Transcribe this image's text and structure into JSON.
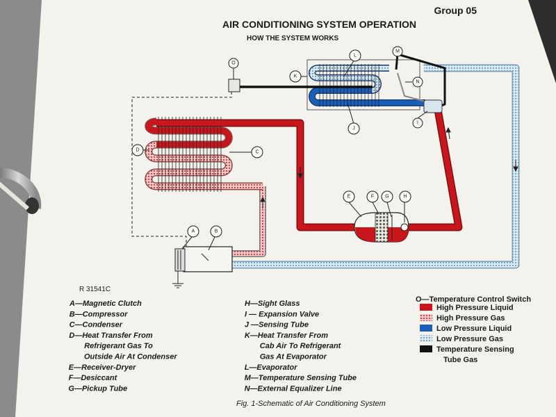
{
  "header": {
    "group": "Group 05",
    "title": "AIR CONDITIONING SYSTEM OPERATION",
    "subtitle": "HOW THE SYSTEM WORKS"
  },
  "diagram": {
    "ref_code": "R 31541C",
    "callouts": [
      "A",
      "B",
      "C",
      "D",
      "E",
      "F",
      "G",
      "H",
      "I",
      "J",
      "K",
      "L",
      "M",
      "N",
      "O"
    ]
  },
  "legend_letters": {
    "col1": [
      {
        "text": "A—Magnetic Clutch"
      },
      {
        "text": "B—Compressor"
      },
      {
        "text": "C—Condenser"
      },
      {
        "text": "D—Heat Transfer From"
      },
      {
        "text": "Refrigerant Gas To"
      },
      {
        "text": "Outside Air At Condenser"
      },
      {
        "text": "E—Receiver-Dryer"
      },
      {
        "text": "F—Desiccant"
      },
      {
        "text": "G—Pickup Tube"
      }
    ],
    "col2": [
      {
        "text": "H—Sight Glass"
      },
      {
        "text": "I — Expansion Valve"
      },
      {
        "text": "J —Sensing Tube"
      },
      {
        "text": "K—Heat Transfer From"
      },
      {
        "text": "Cab Air To Refrigerant"
      },
      {
        "text": "Gas At Evaporator"
      },
      {
        "text": "L—Evaporator"
      },
      {
        "text": "M—Temperature Sensing Tube"
      },
      {
        "text": "N—External Equalizer Line"
      }
    ]
  },
  "legend_colors": {
    "header": "O—Temperature Control Switch",
    "items": [
      {
        "label": "High Pressure Liquid",
        "color": "#c8161c",
        "pattern": "solid"
      },
      {
        "label": "High Pressure Gas",
        "color": "#d98a8a",
        "pattern": "dotted"
      },
      {
        "label": "Low Pressure Liquid",
        "color": "#1a5fb8",
        "pattern": "solid"
      },
      {
        "label": "Low Pressure Gas",
        "color": "#a9c8dc",
        "pattern": "dotted"
      },
      {
        "label": "Temperature Sensing",
        "color": "#111111",
        "pattern": "solid"
      },
      {
        "label": "Tube Gas",
        "color": "",
        "pattern": "none"
      }
    ]
  },
  "caption": "Fig. 1-Schematic of Air Conditioning System",
  "colors": {
    "high_liquid": "#c8161c",
    "high_gas": "#d98a8a",
    "low_liquid": "#1a5fb8",
    "low_gas": "#a9c8dc",
    "sensing": "#111111",
    "paper": "#f3f2ec"
  }
}
